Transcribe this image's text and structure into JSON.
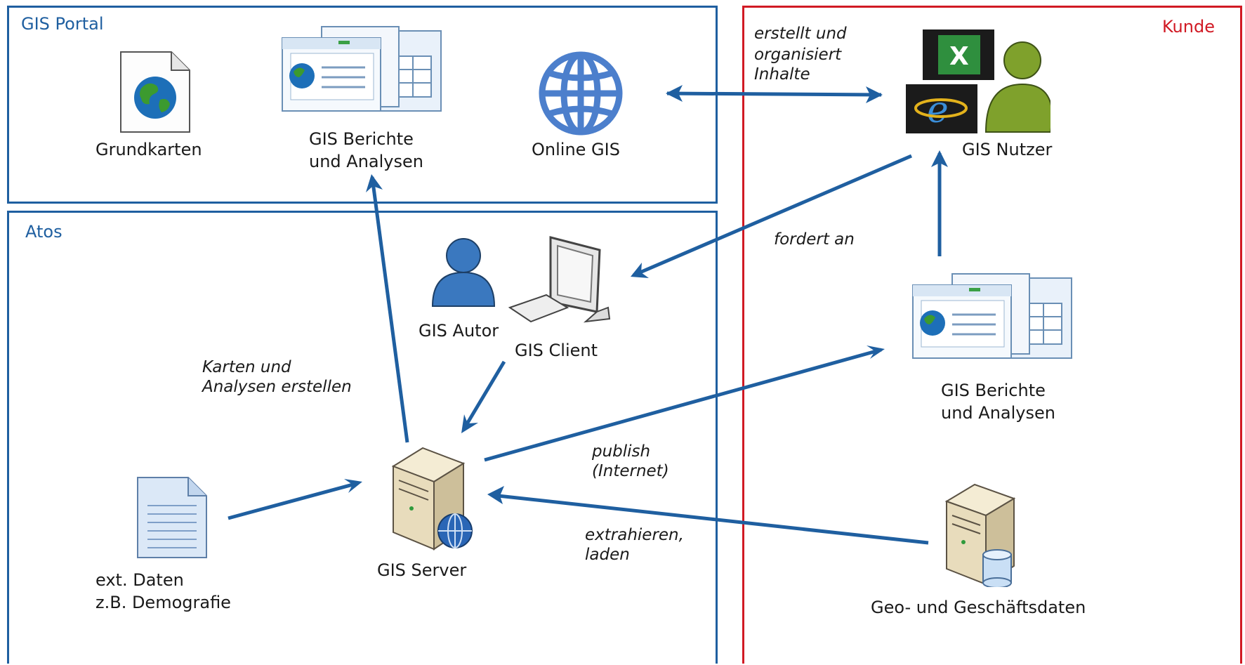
{
  "regions": {
    "portal": {
      "label": "GIS Portal",
      "color": "#1f5fa0"
    },
    "atos": {
      "label": "Atos",
      "color": "#1f5fa0"
    },
    "kunde": {
      "label": "Kunde",
      "color": "#d11a24"
    }
  },
  "nodes": {
    "grundkarten": {
      "line1": "Grundkarten",
      "icon": "document-globe-icon"
    },
    "portal_reports": {
      "line1": "GIS Berichte",
      "line2": "und Analysen",
      "icon": "reports-icon"
    },
    "online_gis": {
      "line1": "Online GIS",
      "icon": "globe-icon"
    },
    "gis_nutzer": {
      "line1": "GIS Nutzer",
      "icon": "user-apps-icon"
    },
    "gis_autor": {
      "line1": "GIS Autor",
      "icon": "user-icon"
    },
    "gis_client": {
      "line1": "GIS Client",
      "icon": "computer-icon"
    },
    "kunde_reports": {
      "line1": "GIS Berichte",
      "line2": "und Analysen",
      "icon": "reports-icon"
    },
    "ext_daten": {
      "line1": "ext. Daten",
      "line2": "z.B. Demografie",
      "icon": "document-icon"
    },
    "gis_server": {
      "line1": "GIS Server",
      "icon": "server-globe-icon"
    },
    "geo_daten": {
      "line1": "Geo- und Geschäftsdaten",
      "icon": "server-database-icon"
    }
  },
  "annotations": {
    "erstellt": [
      "erstellt und",
      "organisiert",
      "Inhalte"
    ],
    "fordert": [
      "fordert an"
    ],
    "karten": [
      "Karten und",
      "Analysen erstellen"
    ],
    "publish": [
      "publish",
      "(Internet)"
    ],
    "extrahieren": [
      "extrahieren,",
      "laden"
    ]
  },
  "colors": {
    "arrow": "#1f5fa0",
    "box_blue": "#1f5fa0",
    "box_red": "#d11a24"
  }
}
